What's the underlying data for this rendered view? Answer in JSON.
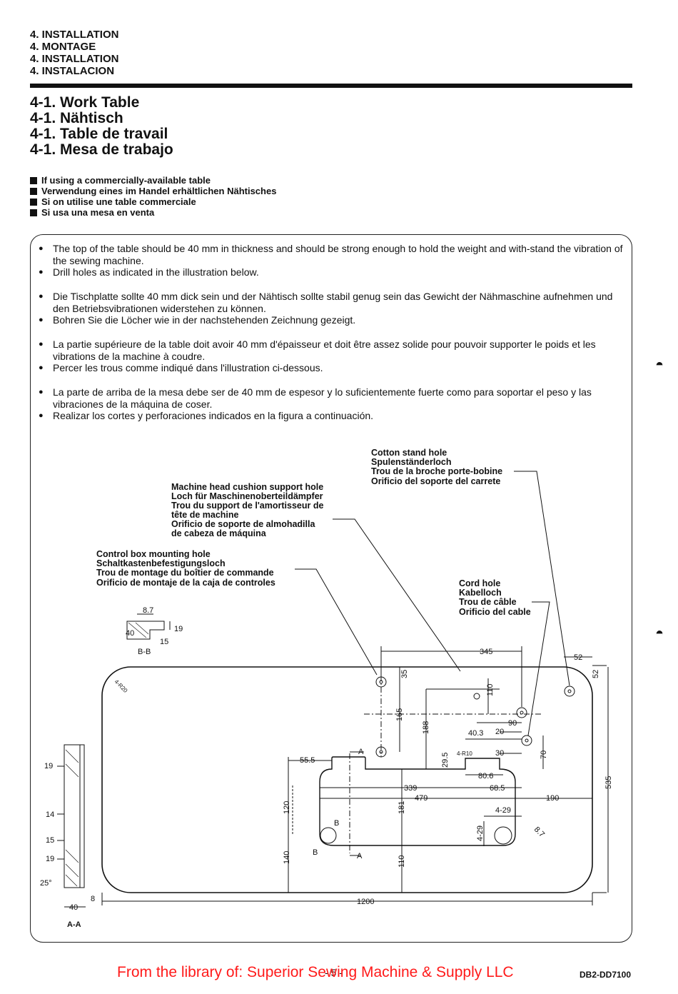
{
  "chapter": {
    "lines": [
      "4. INSTALLATION",
      "4. MONTAGE",
      "4. INSTALLATION",
      "4. INSTALACION"
    ]
  },
  "section": {
    "lines": [
      "4-1. Work Table",
      "4-1. Nähtisch",
      "4-1. Table de travail",
      "4-1. Mesa de trabajo"
    ]
  },
  "headings": [
    "If using a commercially-available table",
    "Verwendung eines im Handel erhältlichen Nähtisches",
    "Si on utilise une table commerciale",
    "Si usa una mesa en venta"
  ],
  "instructions": {
    "en": [
      "The top of the table should be 40 mm in thickness and should be strong enough to hold the weight and with-stand the vibration of the sewing machine.",
      "Drill holes as indicated in the illustration below."
    ],
    "de": [
      "Die Tischplatte sollte 40 mm dick sein und der Nähtisch sollte stabil genug sein das Gewicht der Nähmaschine aufnehmen und den Betriebsvibrationen widerstehen zu können.",
      "Bohren Sie die Löcher wie in der nachstehenden Zeichnung gezeigt."
    ],
    "fr": [
      "La partie supérieure de la table doit avoir 40 mm d'épaisseur et doit être assez solide pour pouvoir supporter le poids et les vibrations de la machine à coudre.",
      "Percer les trous comme indiqué dans l'illustration ci-dessous."
    ],
    "es": [
      "La parte de arriba de la mesa debe ser de 40 mm de espesor y lo suficientemente fuerte como para soportar el peso y las vibraciones de la máquina de coser.",
      "Realizar los cortes y perforaciones indicados en la figura a continuación."
    ]
  },
  "callouts": {
    "cotton": [
      "Cotton stand hole",
      "Spulenständerloch",
      "Trou de la broche porte-bobine",
      "Orificio del soporte del carrete"
    ],
    "cushion": [
      "Machine head cushion support hole",
      "Loch für Maschinenoberteildämpfer",
      "Trou du support de l'amortisseur de",
      "tête de machine",
      "Orificio de soporte de almohadilla",
      "de cabeza de máquina"
    ],
    "control": [
      "Control box mounting hole",
      "Schaltkastenbefestigungsloch",
      "Trou de montage du boîtier de commande",
      "Orificio de montaje de la caja de controles"
    ],
    "cord": [
      "Cord hole",
      "Kabelloch",
      "Trou de câble",
      "Orificio del cable"
    ]
  },
  "dimensions": {
    "d345": "345",
    "d52a": "52",
    "d52b": "52",
    "d35": "35",
    "d110a": "110",
    "d165": "165",
    "d188": "188",
    "d90": "90",
    "d40_3": "40.3",
    "d20": "20",
    "d30": "30",
    "d70": "70",
    "d29_5": "29.5",
    "d80_6": "80.6",
    "d68_5": "68.5",
    "d55_5": "55.5",
    "d339": "339",
    "d479": "479",
    "d190": "190",
    "d535": "535",
    "d120": "120",
    "d181": "181",
    "d4_29a": "4-29",
    "d4_29b": "4-29",
    "d8_7": "8.7",
    "d140": "140",
    "d110b": "110",
    "d1200": "1200",
    "d4R20": "4-R20",
    "d2R10": "4-R10",
    "bb_8_7": "8.7",
    "bb_19": "19",
    "bb_40": "40",
    "bb_15": "15",
    "aa_19a": "19",
    "aa_14": "14",
    "aa_15": "15",
    "aa_19b": "19",
    "aa_25": "25°",
    "aa_8": "8",
    "aa_40": "40"
  },
  "section_labels": {
    "bb": "B-B",
    "aa": "A-A",
    "A1": "A",
    "A2": "A",
    "B1": "B",
    "B2": "B"
  },
  "footer": {
    "library": "From the library of: Superior Sewing Machine & Supply LLC",
    "page": "- 5 -",
    "doc_id": "DB2-DD7100"
  }
}
